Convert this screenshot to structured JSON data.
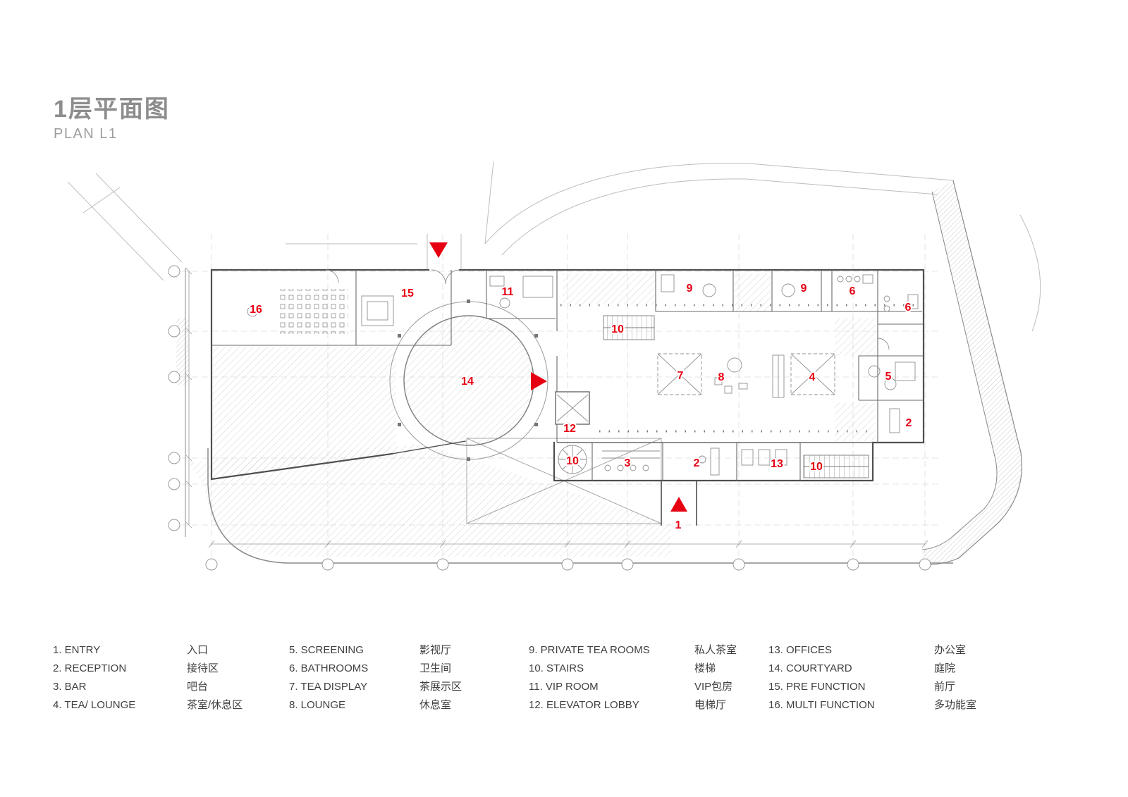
{
  "header": {
    "title": "1层平面图",
    "subtitle": "PLAN L1"
  },
  "colors": {
    "accent_red": "#e60012",
    "ink": "#454545"
  },
  "plan": {
    "labels": [
      "16",
      "15",
      "11",
      "9",
      "9",
      "6",
      "6",
      "10",
      "14",
      "7",
      "8",
      "4",
      "5",
      "2",
      "12",
      "10",
      "3",
      "2",
      "13",
      "10",
      "1"
    ]
  },
  "legend": {
    "items": [
      {
        "label": "1. ENTRY",
        "cn": "入口"
      },
      {
        "label": "2. RECEPTION",
        "cn": "接待区"
      },
      {
        "label": "3. BAR",
        "cn": "吧台"
      },
      {
        "label": "4. TEA/ LOUNGE",
        "cn": "茶室/休息区"
      },
      {
        "label": "5. SCREENING",
        "cn": "影视厅"
      },
      {
        "label": "6. BATHROOMS",
        "cn": "卫生间"
      },
      {
        "label": "7. TEA DISPLAY",
        "cn": "茶展示区"
      },
      {
        "label": "8. LOUNGE",
        "cn": "休息室"
      },
      {
        "label": "9. PRIVATE TEA ROOMS",
        "cn": "私人茶室"
      },
      {
        "label": "10. STAIRS",
        "cn": "楼梯"
      },
      {
        "label": "11. VIP ROOM",
        "cn": "VIP包房"
      },
      {
        "label": "12. ELEVATOR LOBBY",
        "cn": "电梯厅"
      },
      {
        "label": "13. OFFICES",
        "cn": "办公室"
      },
      {
        "label": "14. COURTYARD",
        "cn": "庭院"
      },
      {
        "label": "15. PRE FUNCTION",
        "cn": "前厅"
      },
      {
        "label": "16. MULTI FUNCTION",
        "cn": "多功能室"
      }
    ]
  }
}
